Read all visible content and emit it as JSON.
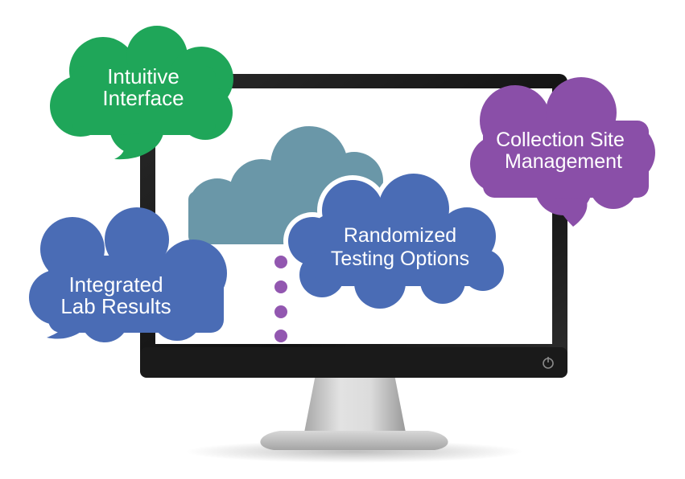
{
  "bubbles": {
    "intuitive": {
      "line1": "Intuitive",
      "line2": "Interface",
      "color": "#1fa659"
    },
    "collection": {
      "line1": "Collection Site",
      "line2": "Management",
      "color": "#8a4fa8"
    },
    "integrated": {
      "line1": "Integrated",
      "line2": "Lab Results",
      "color": "#4a6cb5"
    },
    "randomized": {
      "line1": "Randomized",
      "line2": "Testing Options",
      "color": "#4a6cb5"
    }
  },
  "colors": {
    "monitor_frame": "#1b1b1b",
    "screen": "#ffffff",
    "stand": "#c9c9c9",
    "teal_cloud": "#6a97a8",
    "dots": "#9257b0"
  },
  "icons": {
    "power": "power-icon"
  }
}
